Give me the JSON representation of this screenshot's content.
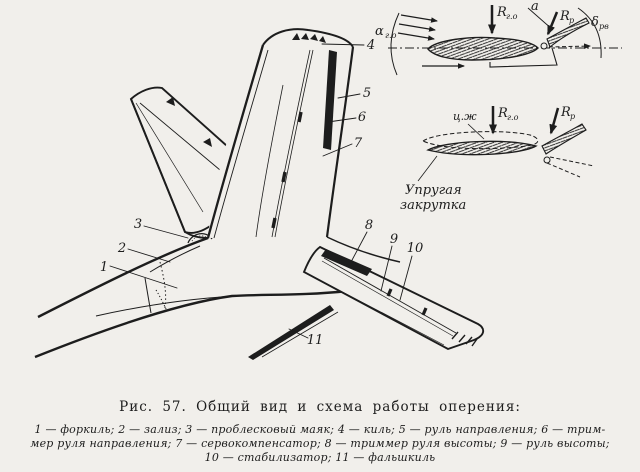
{
  "figure": {
    "caption": "Рис. 57. Общий вид и схема работы оперения:",
    "legend_lines": [
      "1 — форкиль; 2 — зализ; 3 — проблесковый маяк; 4 — киль; 5 — руль направления; 6 — трим-",
      "мер руля направления; 7 — сервокомпенсатор; 8 — триммер руля высоты; 9 — руль высоты;",
      "10 — стабилизатор; 11 — фальшкиль"
    ]
  },
  "callouts": [
    "1",
    "2",
    "3",
    "4",
    "5",
    "6",
    "7",
    "8",
    "9",
    "10",
    "11"
  ],
  "diagram_top": {
    "alpha": "α",
    "alpha_sub": "г.о",
    "r_force": "R",
    "r_force_sub": "г.о",
    "arm": "a",
    "r_elev": "R",
    "r_elev_sub": "р",
    "delta": "δ",
    "delta_sub": "рв"
  },
  "diagram_bottom": {
    "stiffness_center": "ц.ж",
    "r_force": "R",
    "r_force_sub": "г.о",
    "r_elev": "R",
    "r_elev_sub": "р",
    "twist_line1": "Упругая",
    "twist_line2": "закрутка"
  },
  "colors": {
    "paper": "#f1efeb",
    "ink": "#1d1d1d"
  }
}
